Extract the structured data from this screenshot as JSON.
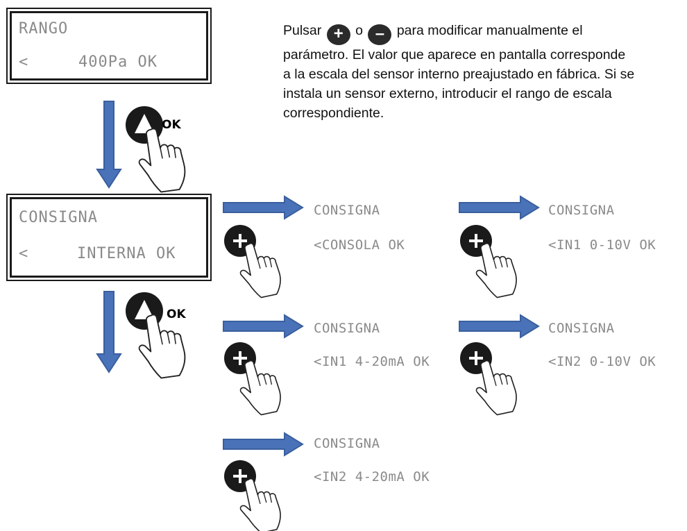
{
  "colors": {
    "arrow": "#4a72b8",
    "arrow_stroke": "#3a5f9e",
    "lcd_text": "#8a8a8a",
    "button": "#1a1a1a"
  },
  "instructions": {
    "line1_pre": "Pulsar",
    "line1_or": "o",
    "line1_post": "para modificar manualmente el",
    "line2": "parámetro. El valor que aparece en pantalla corresponde",
    "line3": "a la escala del sensor interno preajustado en fábrica. Si se",
    "line4": "instala un sensor externo, introducir el rango de escala",
    "line5": "correspondiente.",
    "plus_icon": "plus-button-icon",
    "minus_icon": "minus-button-icon"
  },
  "rango_display": {
    "line1": "RANGO",
    "line2_left": "<",
    "line2_right": "400Pa OK"
  },
  "consigna_display": {
    "line1": "CONSIGNA",
    "line2_left": "<",
    "line2_right": "INTERNA OK"
  },
  "ok_label": "OK",
  "options": [
    {
      "title": "CONSIGNA",
      "value": "<CONSOLA OK"
    },
    {
      "title": "CONSIGNA",
      "value": "<IN1 0-10V OK"
    },
    {
      "title": "CONSIGNA",
      "value": "<IN1 4-20mA OK"
    },
    {
      "title": "CONSIGNA",
      "value": "<IN2 0-10V OK"
    },
    {
      "title": "CONSIGNA",
      "value": "<IN2 4-20mA OK"
    }
  ]
}
